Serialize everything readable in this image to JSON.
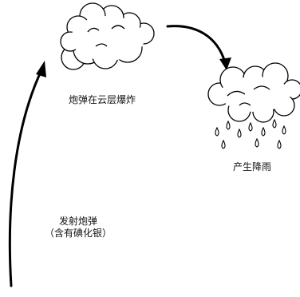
{
  "labels": {
    "explode": "炮弹在云层爆炸",
    "rain": "产生降雨",
    "launch_line1": "发射炮弹",
    "launch_line2": "（含有碘化银）"
  }
}
